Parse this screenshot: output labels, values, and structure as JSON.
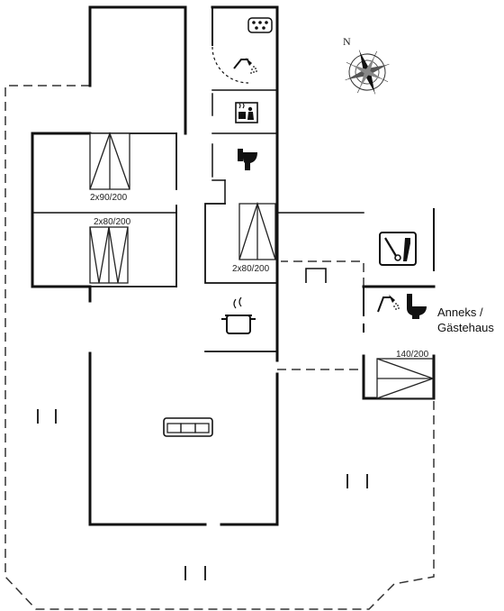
{
  "compass": {
    "north_label": "N"
  },
  "beds": [
    {
      "id": "bed-room1",
      "label": "2x90/200"
    },
    {
      "id": "bed-room2",
      "label": "2x80/200"
    },
    {
      "id": "bed-room3",
      "label": "2x80/200"
    },
    {
      "id": "bed-annex",
      "label": "140/200"
    }
  ],
  "annex": {
    "label_line1": "Anneks /",
    "label_line2": "Gästehaus"
  },
  "icons": [
    "spa-icon",
    "shower-icon",
    "sauna-icon",
    "toilet-icon",
    "washing-machine-icon",
    "shower-icon",
    "toilet-icon",
    "cooking-pot-icon",
    "sofa-icon"
  ],
  "colors": {
    "wall": "#111111",
    "line": "#222222",
    "background": "#ffffff"
  }
}
